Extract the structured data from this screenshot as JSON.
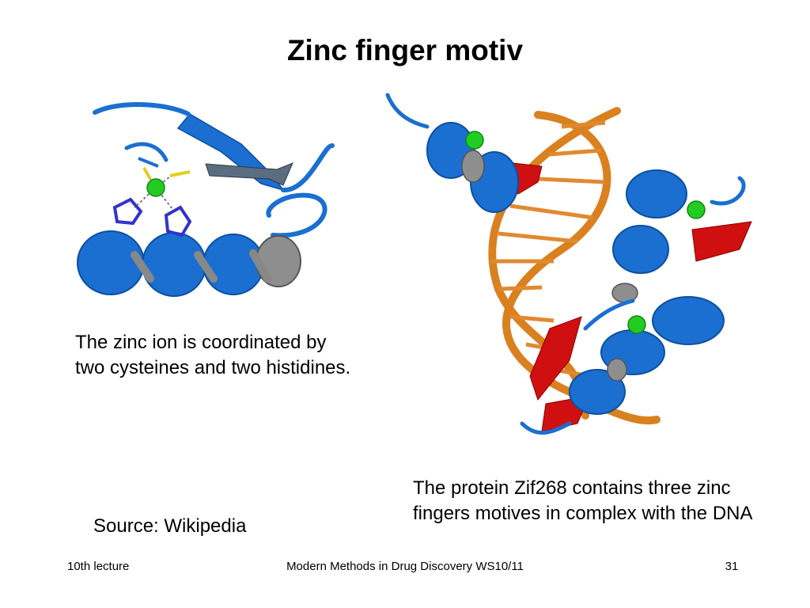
{
  "slide": {
    "title": "Zinc finger motiv",
    "caption_left": "The zinc ion is coordinated by two cysteines and two histidines.",
    "caption_right": "The protein Zif268 contains three zinc fingers motives in complex with the DNA",
    "source": "Source: Wikipedia"
  },
  "footer": {
    "lecture": "10th lecture",
    "course": "Modern Methods in Drug Discovery WS10/11",
    "page_number": "31"
  },
  "colors": {
    "protein_blue": "#1a6fd1",
    "helix_grey": "#8e8e8e",
    "zinc_green": "#22cc22",
    "dna_orange": "#d9801f",
    "strand_red": "#d01010"
  },
  "figures": {
    "left": "zinc-finger-cartoon",
    "right": "zif268-dna-complex"
  }
}
